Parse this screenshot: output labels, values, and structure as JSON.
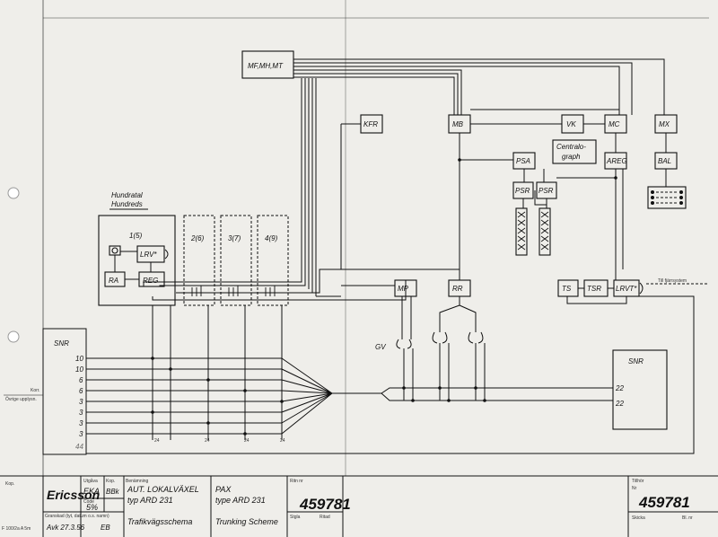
{
  "blocks": {
    "mf": "MF,MH,MT",
    "kfr": "KFR",
    "mb": "MB",
    "vk": "VK",
    "mc": "MC",
    "mx": "MX",
    "centralograph_1": "Centralo-",
    "centralograph_2": "graph",
    "psa": "PSA",
    "psr_1": "PSR",
    "psr_2": "PSR",
    "areg": "AREG",
    "bal": "BAL",
    "hundratal_1": "Hundratal",
    "hundratal_2": "Hundreds",
    "grp1": "1(5)",
    "grp2": "2(6)",
    "grp3": "3(7)",
    "grp4": "4(9)",
    "lrv": "LRV*",
    "ra": "RA",
    "reg": "REG",
    "mp": "MP",
    "rr": "RR",
    "ts": "TS",
    "tsr": "TSR",
    "lrvt": "LRVT*",
    "lrvt_note": "Till fjärrsystem",
    "gv": "GV",
    "snr_left": "SNR",
    "snr_right": "SNR",
    "snr_rows": [
      "10",
      "10",
      "6",
      "6",
      "3",
      "3",
      "3",
      "3"
    ],
    "snr_bottom": "44",
    "snr_right_rows": [
      "22",
      "22"
    ],
    "bus_nums": [
      "24",
      "24",
      "24",
      "24"
    ],
    "side_1": "Korr.",
    "side_2": "Övrige upplysn."
  },
  "title_block": {
    "kop": "Kop.",
    "logo": "Ericsson",
    "utgava_label": "Utgåva",
    "utgava": "EKA",
    "kop2_label": "Kop.",
    "kop2": "BBk",
    "code_label": "Code",
    "code": "5%",
    "benamning_label": "Benämning",
    "title_sv_1": "AUT. LOKALVÄXEL",
    "title_sv_2": "typ ARD 231",
    "title_sv_3": "Trafikvägsschema",
    "title_en_1": "PAX",
    "title_en_2": "type ARD 231",
    "title_en_3": "Trunking Scheme",
    "ritn_label": "Ritn nr",
    "number": "459781",
    "sign_label": "Ritad",
    "sign": "Stgla",
    "granskad_label": "Granskad (tyt, datum o.s. namn)",
    "date_row": "Avk 27.3.56",
    "initials": "EB",
    "formnr": "F 100/2a A 5m",
    "right_title": "Tillhör",
    "right_nr_label": "Nr",
    "right_number": "459781",
    "right_sheet_label": "Skicka",
    "right_bl_label": "Bl. nr"
  }
}
